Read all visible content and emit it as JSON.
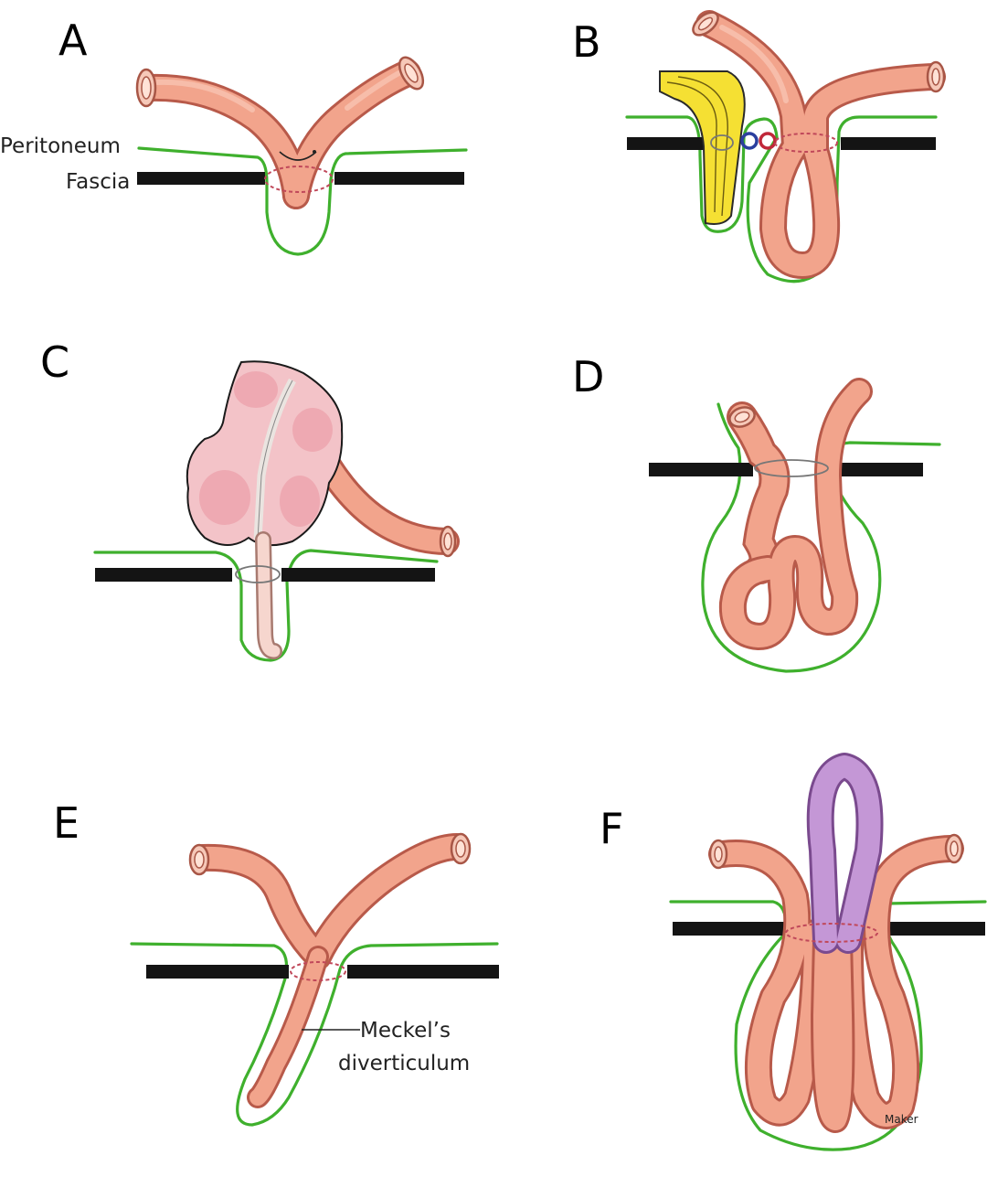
{
  "figure": {
    "panels": [
      {
        "letter": "A",
        "labels": [
          "Peritoneum",
          "Fascia"
        ]
      },
      {
        "letter": "B",
        "labels": []
      },
      {
        "letter": "C",
        "labels": []
      },
      {
        "letter": "D",
        "labels": []
      },
      {
        "letter": "E",
        "labels": [
          "Meckel’s",
          "diverticulum"
        ]
      },
      {
        "letter": "F",
        "labels": [
          "Maker"
        ]
      }
    ]
  },
  "colors": {
    "bowel": "#f2a48c",
    "bowel_outline": "#b85a4a",
    "peritoneum": "#3fb02d",
    "fascia": "#141414",
    "omentum": "#f5e033",
    "vessel_blue": "#2b3f9e",
    "vessel_red": "#c0283a",
    "strangulated_loop": "#c497d6",
    "cecum": "#f3c3c8"
  }
}
